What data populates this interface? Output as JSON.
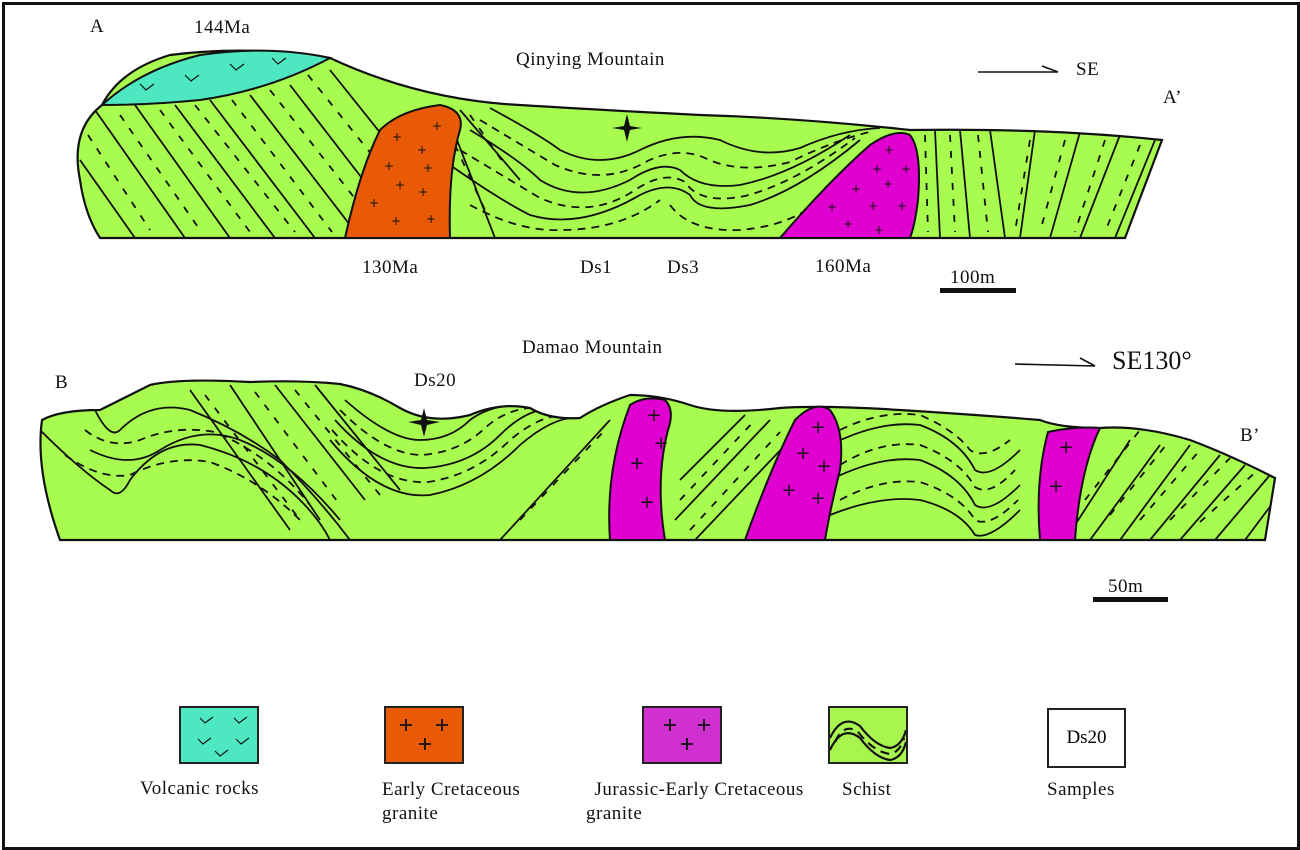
{
  "figure": {
    "section_a": {
      "title": "Qinying Mountain",
      "start_label": "A",
      "end_label": "A’",
      "direction": "SE",
      "scale": "100m",
      "ages": {
        "volcanic": "144Ma",
        "early_cretaceous_granite": "130Ma",
        "jurassic_granite": "160Ma"
      },
      "samples": [
        "Ds1",
        "Ds3"
      ]
    },
    "section_b": {
      "title": "Damao Mountain",
      "start_label": "B",
      "end_label": "B’",
      "direction": "SE130°",
      "scale": "50m",
      "samples": [
        "Ds20"
      ]
    },
    "legend": [
      {
        "label": "Volcanic   rocks",
        "color": "#4de8c2",
        "pattern": "v-marks"
      },
      {
        "label_line1": "Early  Cretaceous",
        "label_line2": "granite",
        "color": "#e85a05",
        "pattern": "crosses"
      },
      {
        "label_line1": "Jurassic-Early Cretaceous",
        "label_line2": "granite",
        "color": "#d030d0",
        "pattern": "crosses"
      },
      {
        "label": "Schist",
        "color": "#a8f550",
        "pattern": "folded-layers"
      },
      {
        "label": "Samples",
        "sample_text": "Ds20",
        "color": "#ffffff"
      }
    ],
    "colors": {
      "schist": "#a8fc50",
      "volcanic": "#4de8c2",
      "early_cretaceous_granite": "#e85a05",
      "jurassic_granite": "#e000d0",
      "outline": "#111111"
    }
  }
}
